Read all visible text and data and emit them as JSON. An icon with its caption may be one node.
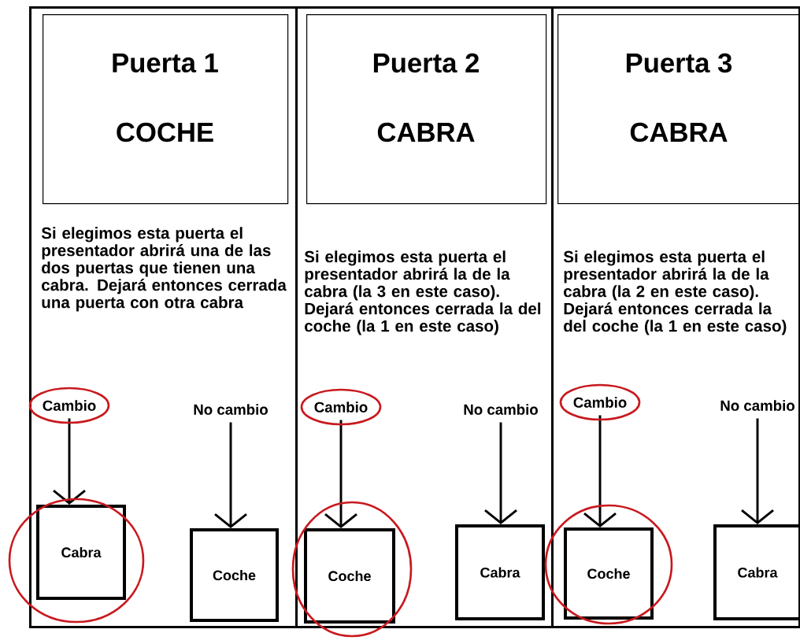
{
  "diagram": {
    "nodes": [
      {
        "text": [
          "Si elegimos esta puerta el presentador abrirá una de las dos puertas que tienen una cabra. Dejará entonces cerrada una puerta con otra cabra"
        ]
      },
      {
        "text": [
          "Puerta 1",
          "COCHE"
        ],
        "in": 0
      },
      {
        "text": [
          "Cambio"
        ],
        "in": 0
      },
      {
        "text": [
          "No cambio"
        ],
        "in": 0
      },
      {
        "text": [
          "Cabra"
        ],
        "in": 0
      },
      {
        "text": [
          "Coche"
        ],
        "in": 0
      },
      {
        "text": [
          "Si elegimos esta puerta el presentador abrirá la de la cabra (la 3 en este caso). Dejará entonces cerrada la del coche (la 1 en este caso)"
        ]
      },
      {
        "text": [
          "Puerta 2",
          "CABRA"
        ],
        "in": 6
      },
      {
        "text": [
          "Cambio"
        ],
        "in": 6
      },
      {
        "text": [
          "No cambio"
        ],
        "in": 6
      },
      {
        "text": [
          "Coche"
        ],
        "in": 6
      },
      {
        "text": [
          "Cabra"
        ],
        "in": 6
      },
      {
        "text": [
          "Si elegimos esta puerta el presentador abrirá la de la cabra (la 2 en este caso). Dejará entonces cerrada la del coche (la 1 en este caso)"
        ]
      },
      {
        "text": [
          "Puerta 3",
          "CABRA"
        ],
        "in": 12
      },
      {
        "text": [
          "Cambio"
        ],
        "in": 12
      },
      {
        "text": [
          "No cambio"
        ],
        "in": 12
      },
      {
        "text": [
          "Coche"
        ],
        "in": 12
      },
      {
        "text": [
          "Cabra"
        ],
        "in": 12
      }
    ],
    "edges": [
      {
        "from": 2,
        "to": 4,
        "arrow": "to"
      },
      {
        "from": 3,
        "to": 5,
        "arrow": "to"
      },
      {
        "from": 8,
        "to": 10,
        "arrow": "to"
      },
      {
        "from": 9,
        "to": 11,
        "arrow": "to"
      },
      {
        "from": 14,
        "to": 16,
        "arrow": "to"
      },
      {
        "from": 15,
        "to": 17,
        "arrow": "to"
      }
    ]
  }
}
